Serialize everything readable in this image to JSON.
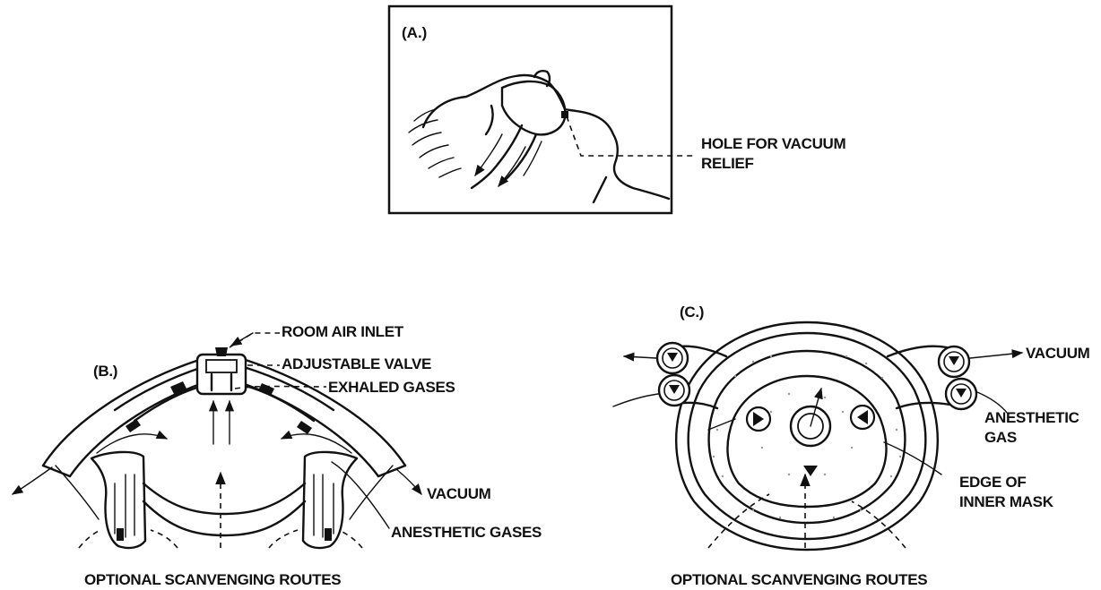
{
  "panels": {
    "a": {
      "tag": "(A.)",
      "callout_line1": "HOLE FOR VACUUM",
      "callout_line2": "RELIEF"
    },
    "b": {
      "tag": "(B.)",
      "room_air_inlet": "ROOM AIR INLET",
      "adjustable_valve": "ADJUSTABLE VALVE",
      "exhaled_gases": "EXHALED GASES",
      "vacuum": "VACUUM",
      "anesthetic_gases": "ANESTHETIC GASES",
      "footer": "OPTIONAL SCANVENGING ROUTES"
    },
    "c": {
      "tag": "(C.)",
      "vacuum": "VACUUM",
      "anesthetic_line1": "ANESTHETIC",
      "anesthetic_line2": "GAS",
      "edge_line1": "EDGE OF",
      "edge_line2": "INNER MASK",
      "footer": "OPTIONAL SCANVENGING ROUTES"
    }
  }
}
